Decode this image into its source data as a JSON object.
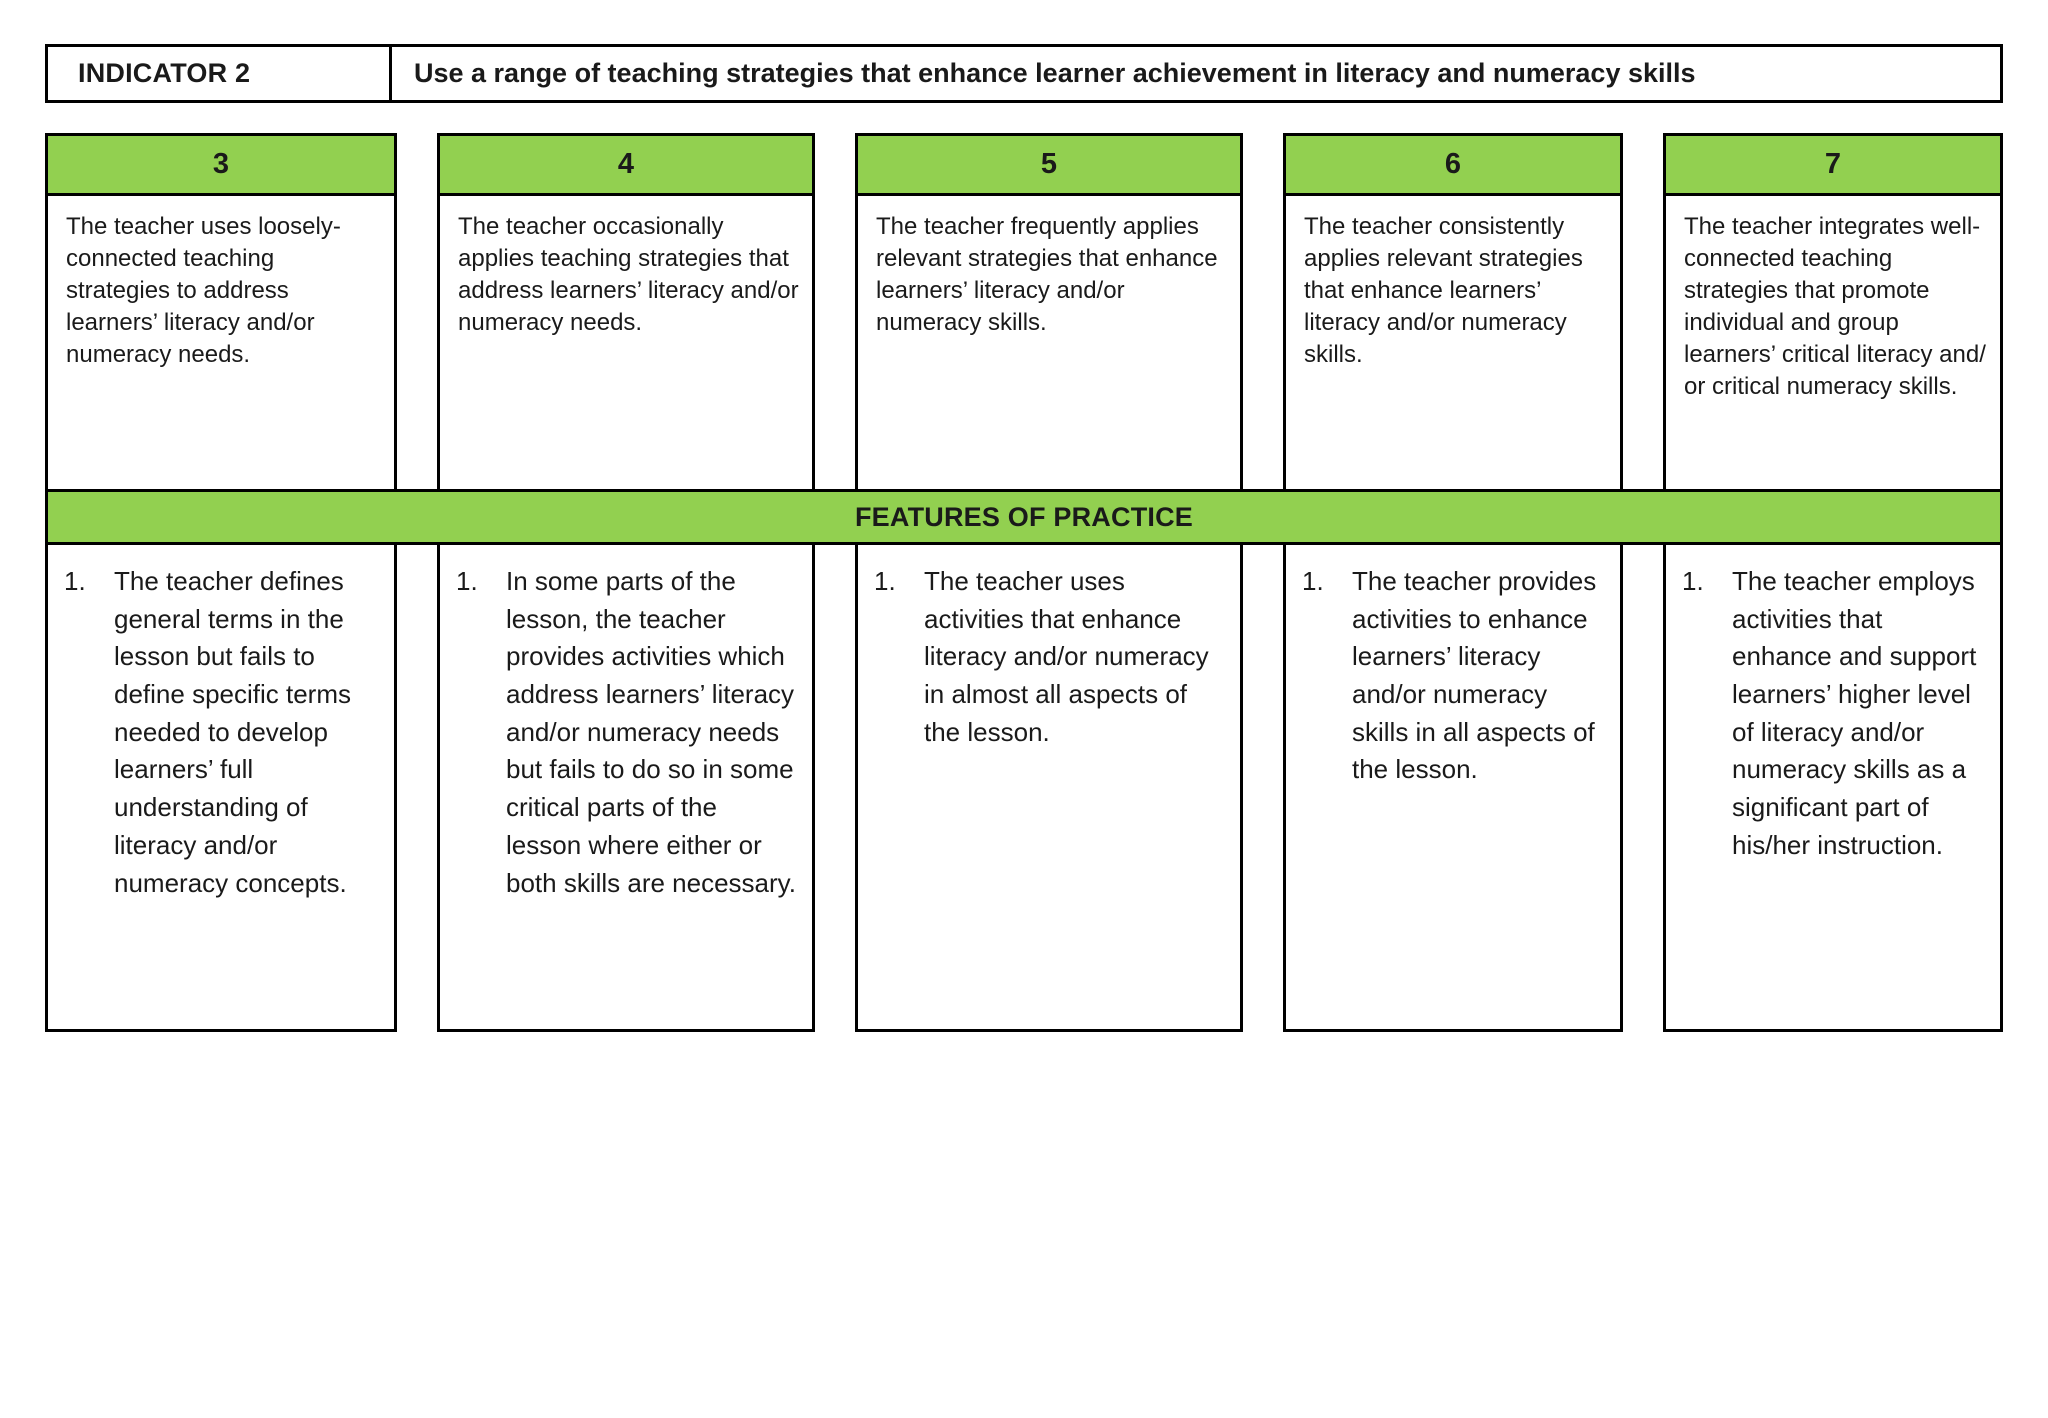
{
  "indicator": {
    "label": "INDICATOR 2",
    "statement": "Use a range of teaching strategies that enhance learner achievement in literacy and numeracy skills"
  },
  "features_band": {
    "label": "FEATURES OF PRACTICE"
  },
  "colors": {
    "header_green": "#92d050",
    "border": "#000000",
    "text": "#1a1a1a",
    "background": "#ffffff"
  },
  "columns": [
    {
      "score": "3",
      "descriptor": "The teacher uses loosely-connected teaching strategies to address learners’ literacy and/or numeracy needs.",
      "feature_number": "1.",
      "feature_text": "The teacher defines general terms in the lesson but fails to define specific terms needed to develop learners’ full understanding of literacy and/or numeracy concepts."
    },
    {
      "score": "4",
      "descriptor": "The teacher occasionally applies teaching strategies that address learners’ literacy and/or numeracy needs.",
      "feature_number": "1.",
      "feature_text": "In some parts of the lesson, the teacher provides activities which address learners’ literacy and/or numeracy needs but fails to do so in some critical parts of the lesson where either or both skills are necessary."
    },
    {
      "score": "5",
      "descriptor": "The teacher frequently applies relevant strategies that enhance learners’ literacy and/or numeracy skills.",
      "feature_number": "1.",
      "feature_text": "The teacher uses activities that enhance literacy and/or numeracy in almost all aspects of the lesson."
    },
    {
      "score": "6",
      "descriptor": "The teacher consistently applies relevant strategies that enhance learners’ literacy and/or numeracy skills.",
      "feature_number": "1.",
      "feature_text": "The teacher provides activities to enhance learners’ literacy and/or numeracy skills in all aspects of the lesson."
    },
    {
      "score": "7",
      "descriptor": "The teacher integrates well- connected teaching strategies that promote individual and group learners’ critical literacy and/ or critical numeracy skills.",
      "feature_number": "1.",
      "feature_text": "The teacher employs activities that enhance and support learners’ higher level of literacy and/or numeracy skills as a significant part of his/her instruction."
    }
  ]
}
